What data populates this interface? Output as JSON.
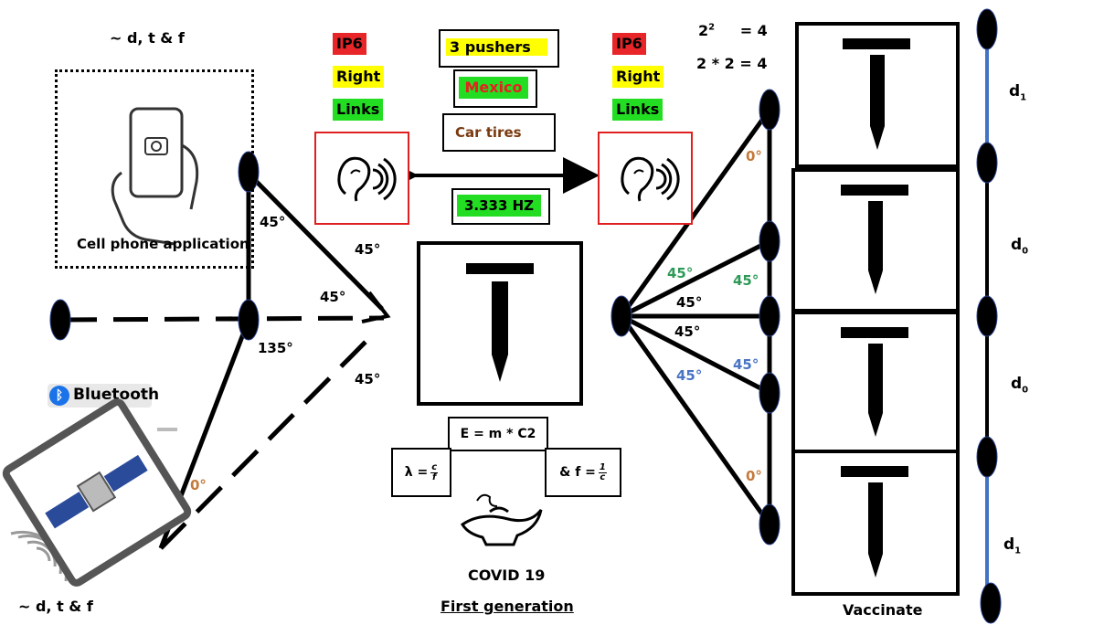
{
  "top_left_label": "~ d, t & f",
  "bottom_left_label": "~ d, t & f",
  "cell_phone_label": "Cell phone application",
  "bluetooth_label": "Bluetooth",
  "tags_left": {
    "ip6": "IP6",
    "right": "Right",
    "links": "Links"
  },
  "tags_right": {
    "ip6": "IP6",
    "right": "Right",
    "links": "Links"
  },
  "center_boxes": {
    "pushers": "3 pushers",
    "mexico": "Mexico",
    "tires": "Car tires"
  },
  "frequency": "3.333 HZ",
  "equations": {
    "energy": "E = m * C2",
    "lambda": "λ =",
    "lambda_num": "c",
    "lambda_den": "f",
    "freq": "& f =",
    "freq_num": "1",
    "freq_den": "c"
  },
  "covid_label": "COVID 19",
  "generation_label": "First generation",
  "vaccinate_label": "Vaccinate",
  "math_top": {
    "power_base": "2",
    "power_exp": "2",
    "power_result": "= 4",
    "product": "2 * 2 = 4"
  },
  "distances": {
    "d1": "d",
    "d1_sub": "1",
    "d0": "d",
    "d0_sub": "0"
  },
  "angles": {
    "a45": "45°",
    "a135": "135°",
    "a0": "0°"
  },
  "colors": {
    "tag_red": "#e8262a",
    "tag_yellow": "#ffff00",
    "tag_green": "#22dd22",
    "angle_orange": "#c47a3a",
    "angle_green": "#2e9a58",
    "angle_blue": "#4a74c4",
    "right_line_blue": "#4472c4",
    "tires_brown": "#7a3a10",
    "mexico_red": "#e82020"
  }
}
